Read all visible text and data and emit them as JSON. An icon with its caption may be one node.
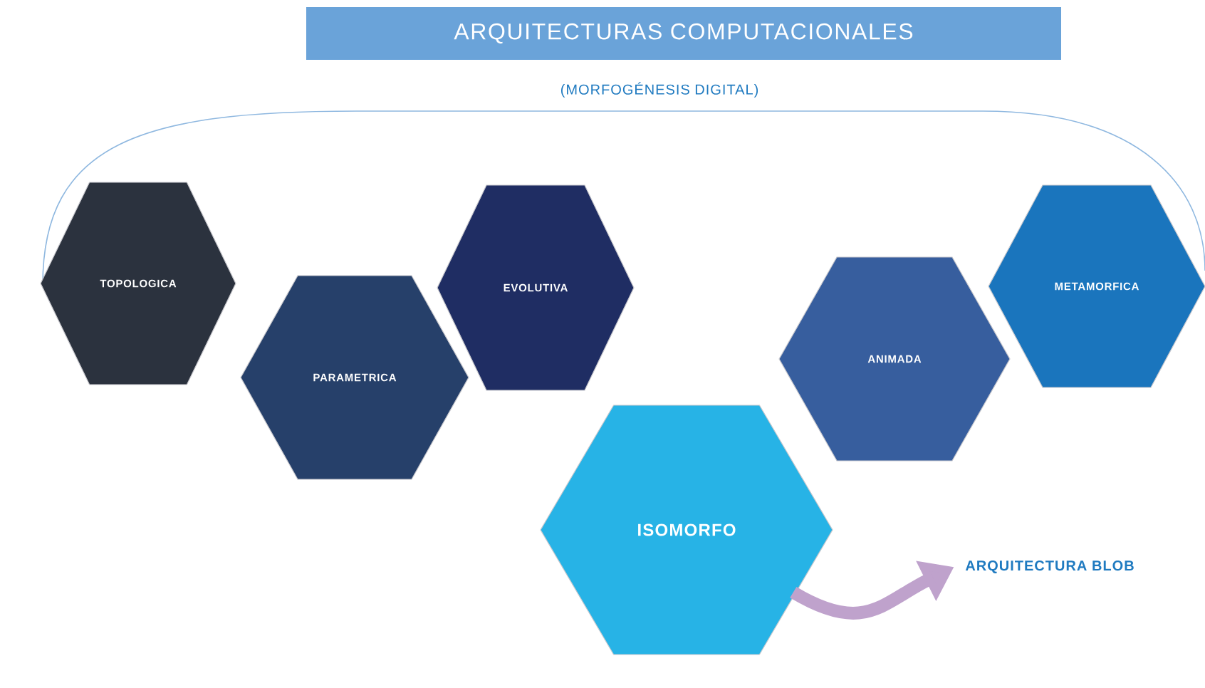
{
  "diagram": {
    "title": "ARQUITECTURAS COMPUTACIONALES",
    "nodes": [
      {
        "text": [
          "TOPOLOGICA"
        ]
      },
      {
        "text": [
          "PARAMETRICA"
        ]
      },
      {
        "text": [
          "EVOLUTIVA"
        ]
      },
      {
        "text": [
          "ANIMADA"
        ]
      },
      {
        "text": [
          "METAMORFICA"
        ]
      },
      {
        "text": [
          "ISOMORFO"
        ]
      },
      {
        "text": [
          "ARQUITECTURA BLOB"
        ]
      }
    ],
    "edges": [
      {
        "from": 5,
        "to": 6,
        "arrow": "to"
      }
    ],
    "labels": [
      "(MORFOGÉNESIS DIGITAL)"
    ]
  }
}
